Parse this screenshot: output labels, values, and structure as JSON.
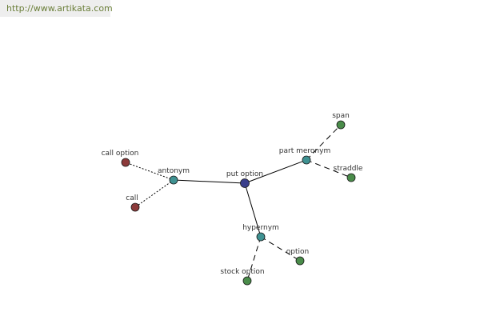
{
  "header": {
    "url": "http://www.artikata.com"
  },
  "colors": {
    "center": "#3a3f8c",
    "relation": "#3f9292",
    "antonym_leaf": "#8c3a3a",
    "other_leaf": "#4a8c4a",
    "edge": "#000000"
  },
  "nodes": [
    {
      "id": "put-option",
      "label": "put option",
      "kind": "center"
    },
    {
      "id": "antonym",
      "label": "antonym",
      "kind": "relation"
    },
    {
      "id": "part-meronym",
      "label": "part meronym",
      "kind": "relation"
    },
    {
      "id": "hypernym",
      "label": "hypernym",
      "kind": "relation"
    },
    {
      "id": "call-option",
      "label": "call option",
      "kind": "antonym_leaf"
    },
    {
      "id": "call",
      "label": "call",
      "kind": "antonym_leaf"
    },
    {
      "id": "span",
      "label": "span",
      "kind": "other_leaf"
    },
    {
      "id": "straddle",
      "label": "straddle",
      "kind": "other_leaf"
    },
    {
      "id": "option",
      "label": "option",
      "kind": "other_leaf"
    },
    {
      "id": "stock-option",
      "label": "stock option",
      "kind": "other_leaf"
    }
  ],
  "edges": [
    {
      "from": "put-option",
      "to": "antonym",
      "style": "solid"
    },
    {
      "from": "put-option",
      "to": "part-meronym",
      "style": "solid"
    },
    {
      "from": "put-option",
      "to": "hypernym",
      "style": "solid"
    },
    {
      "from": "antonym",
      "to": "call-option",
      "style": "dotted"
    },
    {
      "from": "antonym",
      "to": "call",
      "style": "dotted"
    },
    {
      "from": "part-meronym",
      "to": "span",
      "style": "dashed"
    },
    {
      "from": "part-meronym",
      "to": "straddle",
      "style": "dashed"
    },
    {
      "from": "hypernym",
      "to": "option",
      "style": "dashed"
    },
    {
      "from": "hypernym",
      "to": "stock-option",
      "style": "dashed"
    }
  ]
}
